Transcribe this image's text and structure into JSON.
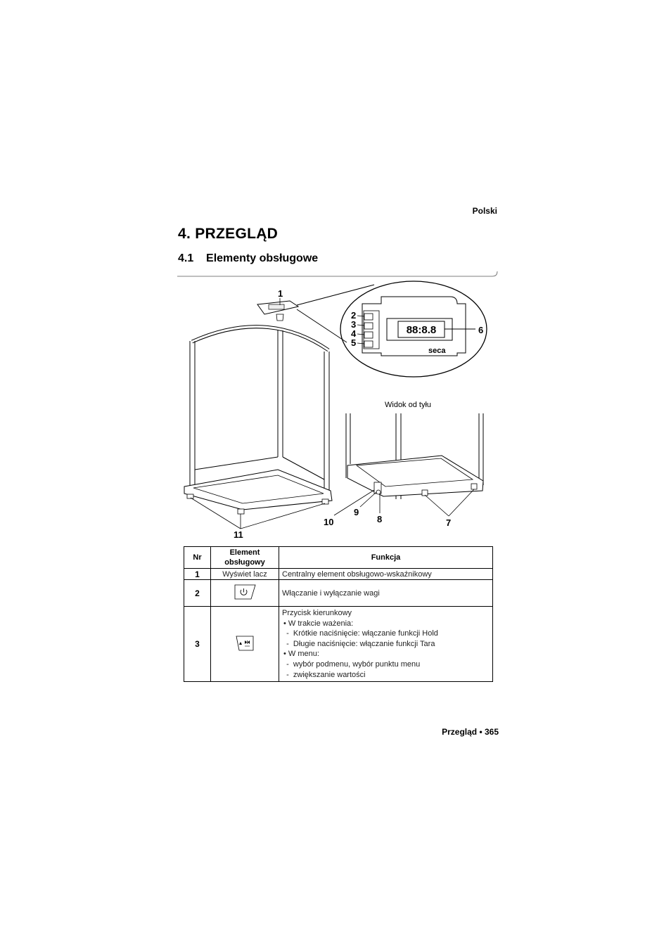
{
  "header": {
    "language": "Polski"
  },
  "chapter": {
    "title": "4.  PRZEGLĄD"
  },
  "section": {
    "title": "4.1    Elementy obsługowe"
  },
  "figure": {
    "callouts": [
      "1",
      "2",
      "3",
      "4",
      "5",
      "6",
      "7",
      "8",
      "9",
      "10",
      "11"
    ],
    "display_digits": "88:8.8",
    "brand": "seca",
    "rear_view_label": "Widok od tyłu"
  },
  "table": {
    "headers": {
      "nr": "Nr",
      "element": "Element obsługowy",
      "function": "Funkcja"
    },
    "rows": [
      {
        "nr": "1",
        "element": "Wyświet lacz",
        "function": [
          "Centralny element obsługowo-wskaźnikowy"
        ]
      },
      {
        "nr": "2",
        "element_icon": "power-button-icon",
        "function": [
          "Włączanie i wyłączanie wagi"
        ]
      },
      {
        "nr": "3",
        "element_icon": "hold-tare-arrow-button-icon",
        "function": [
          "Przycisk kierunkowy",
          "• W trakcie ważenia:",
          "  -  Krótkie naciśnięcie: włączanie funkcji Hold",
          "  -  Długie naciśnięcie: włączanie funkcji Tara",
          "• W menu:",
          "  -  wybór podmenu, wybór punktu menu",
          "  -  zwiększanie wartości"
        ]
      }
    ]
  },
  "footer": {
    "page_label": "Przegląd • 365"
  }
}
